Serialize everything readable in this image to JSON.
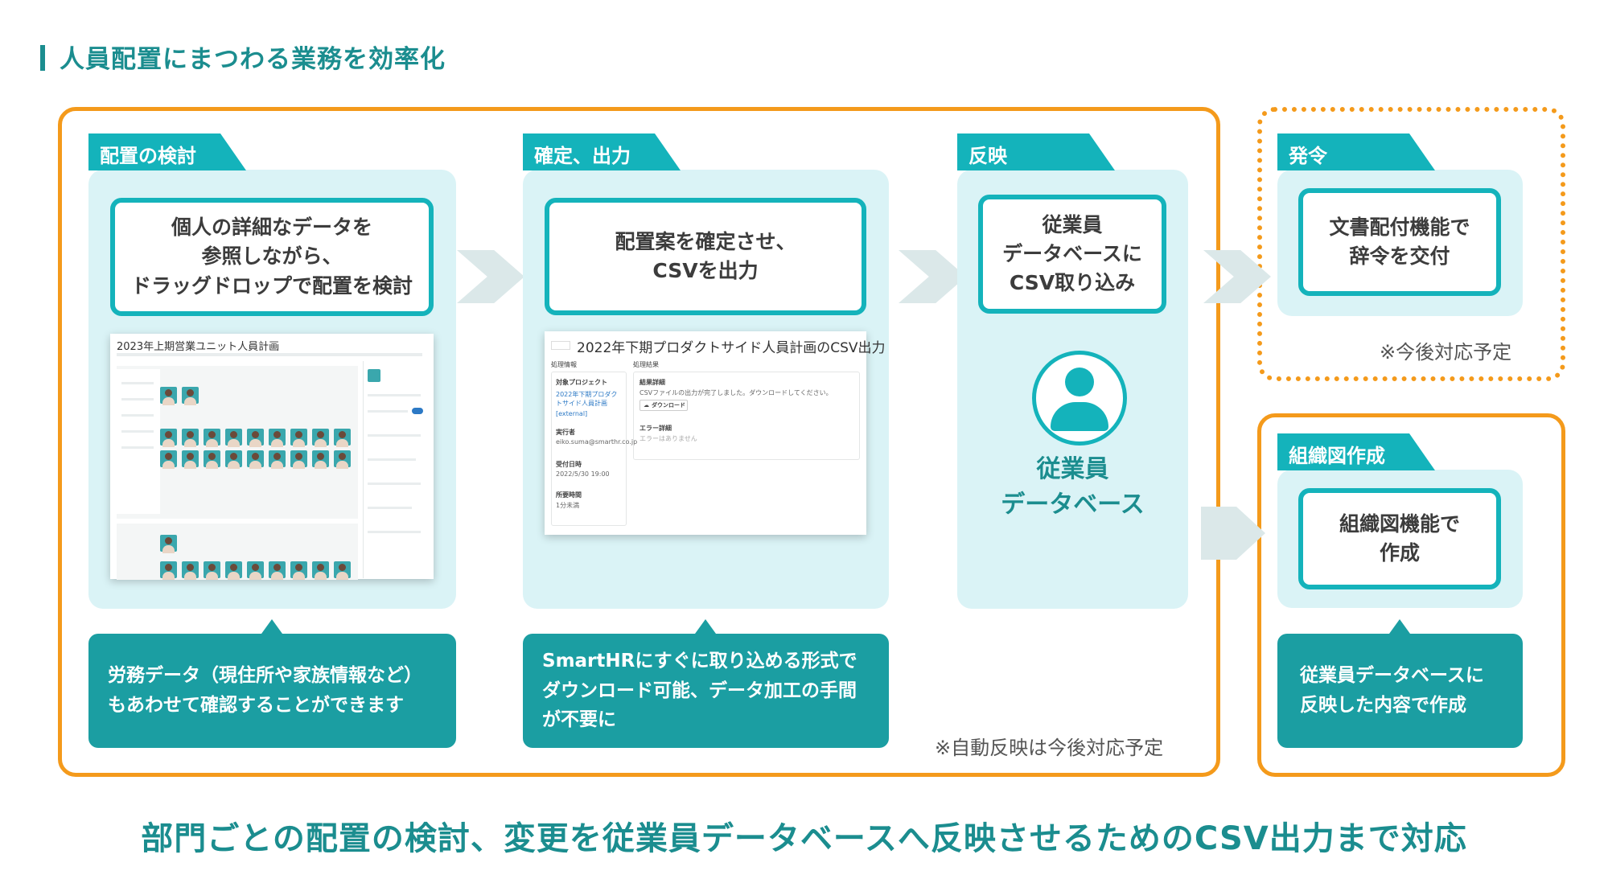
{
  "heading": "人員配置にまつわる業務を効率化",
  "colors": {
    "teal": "#14b3bb",
    "teal_dark": "#1b8d8f",
    "orange": "#f49a1b",
    "panel_bg": "#daf3f6"
  },
  "steps": {
    "consider": {
      "tab": "配置の検討",
      "box": "個人の詳細なデータを\n参照しながら、\nドラッグドロップで配置を検討",
      "callout": "労務データ（現住所や家族情報など）\nもあわせて確認することができます"
    },
    "confirm": {
      "tab": "確定、出力",
      "box": "配置案を確定させ、\nCSVを出力",
      "callout": "SmartHRにすぐに取り込める形式で\nダウンロード可能、データ加工の手間\nが不要に"
    },
    "reflect": {
      "tab": "反映",
      "box": "従業員\nデータベースに\nCSV取り込み",
      "db_label": "従業員\nデータベース",
      "icon": "person-icon"
    },
    "appoint": {
      "tab": "発令",
      "box": "文書配付機能で\n辞令を交付",
      "note": "※今後対応予定"
    },
    "orgchart": {
      "tab": "組織図作成",
      "box": "組織図機能で\n作成",
      "callout": "従業員データベースに\n反映した内容で作成"
    }
  },
  "main_note": "※自動反映は今後対応予定",
  "footer": "部門ごとの配置の検討、変更を従業員データベースへ反映させるためのCSV出力まで対応",
  "screenshot1": {
    "title": "2023年上期営業ユニット人員計画"
  },
  "screenshot2": {
    "title": "2022年下期プロダクトサイド人員計画のCSV出力",
    "section_info": "処理情報",
    "section_result": "処理結果",
    "project_label": "対象プロジェクト",
    "project_value": "2022年下期プロダクトサイド人員計画",
    "project_tag": "[external]",
    "executor_label": "実行者",
    "executor_value": "eiko.suma@smarthr.co.jp",
    "date_label": "受付日時",
    "date_value": "2022/5/30 19:00",
    "duration_label": "所要時間",
    "duration_value": "1分未満",
    "result_label": "結果詳細",
    "result_text": "CSVファイルの出力が完了しました。ダウンロードしてください。",
    "download_label": "ダウンロード",
    "error_label": "エラー詳細",
    "error_text": "エラーはありません"
  }
}
